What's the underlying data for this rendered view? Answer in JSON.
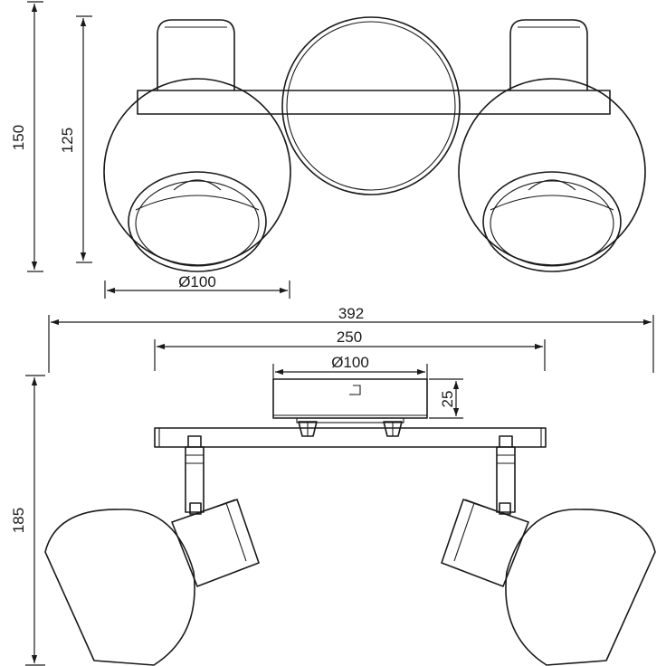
{
  "dimensions": {
    "top_total_height": "150",
    "top_body_height": "125",
    "top_shade_diameter": "Ø100",
    "overall_width": "392",
    "bar_width": "250",
    "base_diameter": "Ø100",
    "base_height": "25",
    "side_height": "185"
  }
}
